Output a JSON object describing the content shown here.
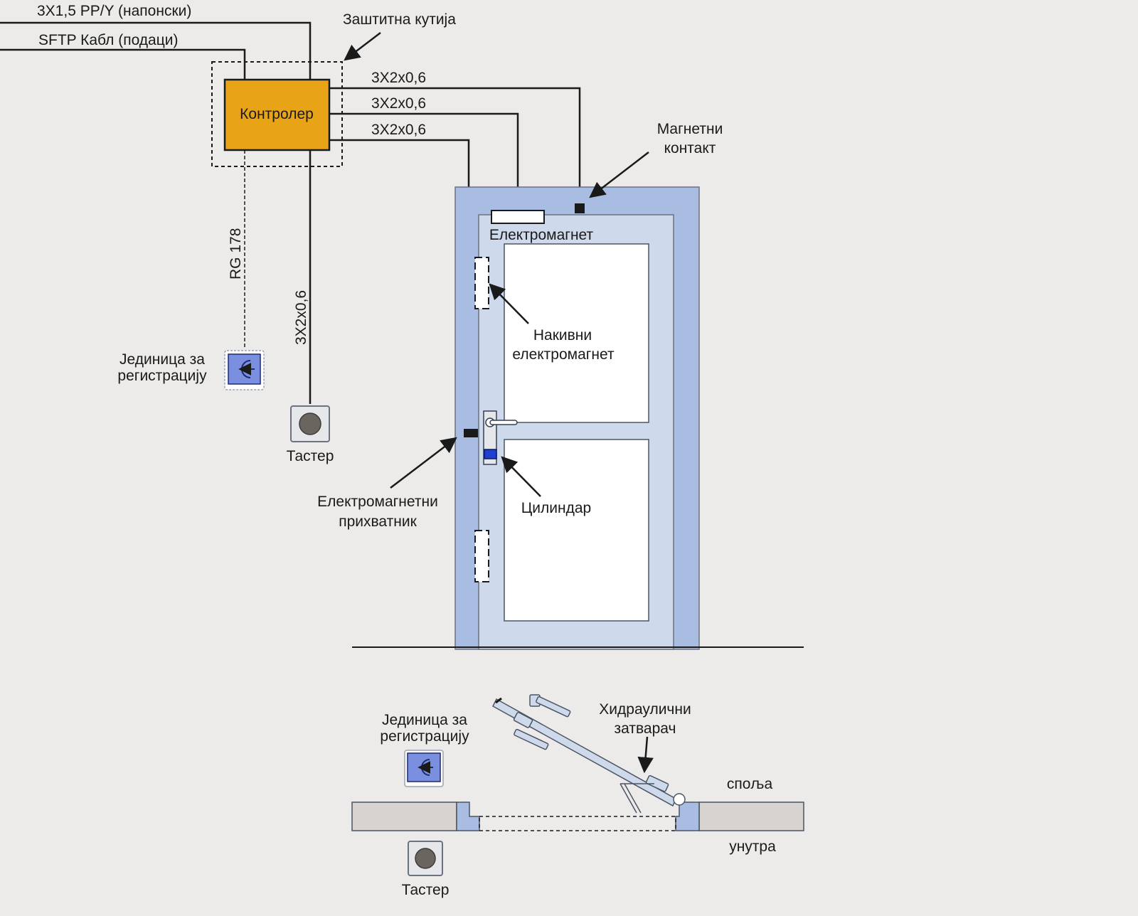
{
  "labels": {
    "power_cable": "3X1,5 PP/Y (напонски)",
    "data_cable": "SFTP Кабл (подаци)",
    "protective_box": "Заштитна кутија",
    "controller": "Контролер",
    "wire_1": "3X2x0,6",
    "wire_2": "3X2x0,6",
    "wire_3": "3X2x0,6",
    "magnetic_contact": [
      "Магнетни",
      "контакт"
    ],
    "electromagnet": "Електромагнет",
    "surface_electromagnet": [
      "Накивни",
      "електромагнет"
    ],
    "rg_cable": "RG 178",
    "button_wire": "3X2x0,6",
    "registration_unit": [
      "Јединица за",
      "регистрацију"
    ],
    "button": "Тастер",
    "electromagnetic_catch": [
      "Електромагнетни",
      "прихватник"
    ],
    "cylinder": "Цилиндар",
    "hydraulic_closer": [
      "Хидраулични",
      "затварач"
    ],
    "outside": "споља",
    "inside": "унутра",
    "registration_unit_plan": [
      "Јединица за",
      "регистрацију"
    ],
    "button_plan": "Тастер"
  },
  "colors": {
    "controller_fill": "#e8a317",
    "door_frame": "#a9bde3",
    "door_leaf": "#cfd9ec",
    "reader_fill": "#7b8fe0",
    "cylinder": "#1f3fd0",
    "wall": "#d6d3d0",
    "wire": "#1a1a1a"
  },
  "icons": {
    "reader": "card-reader-icon",
    "button": "push-button-icon"
  }
}
